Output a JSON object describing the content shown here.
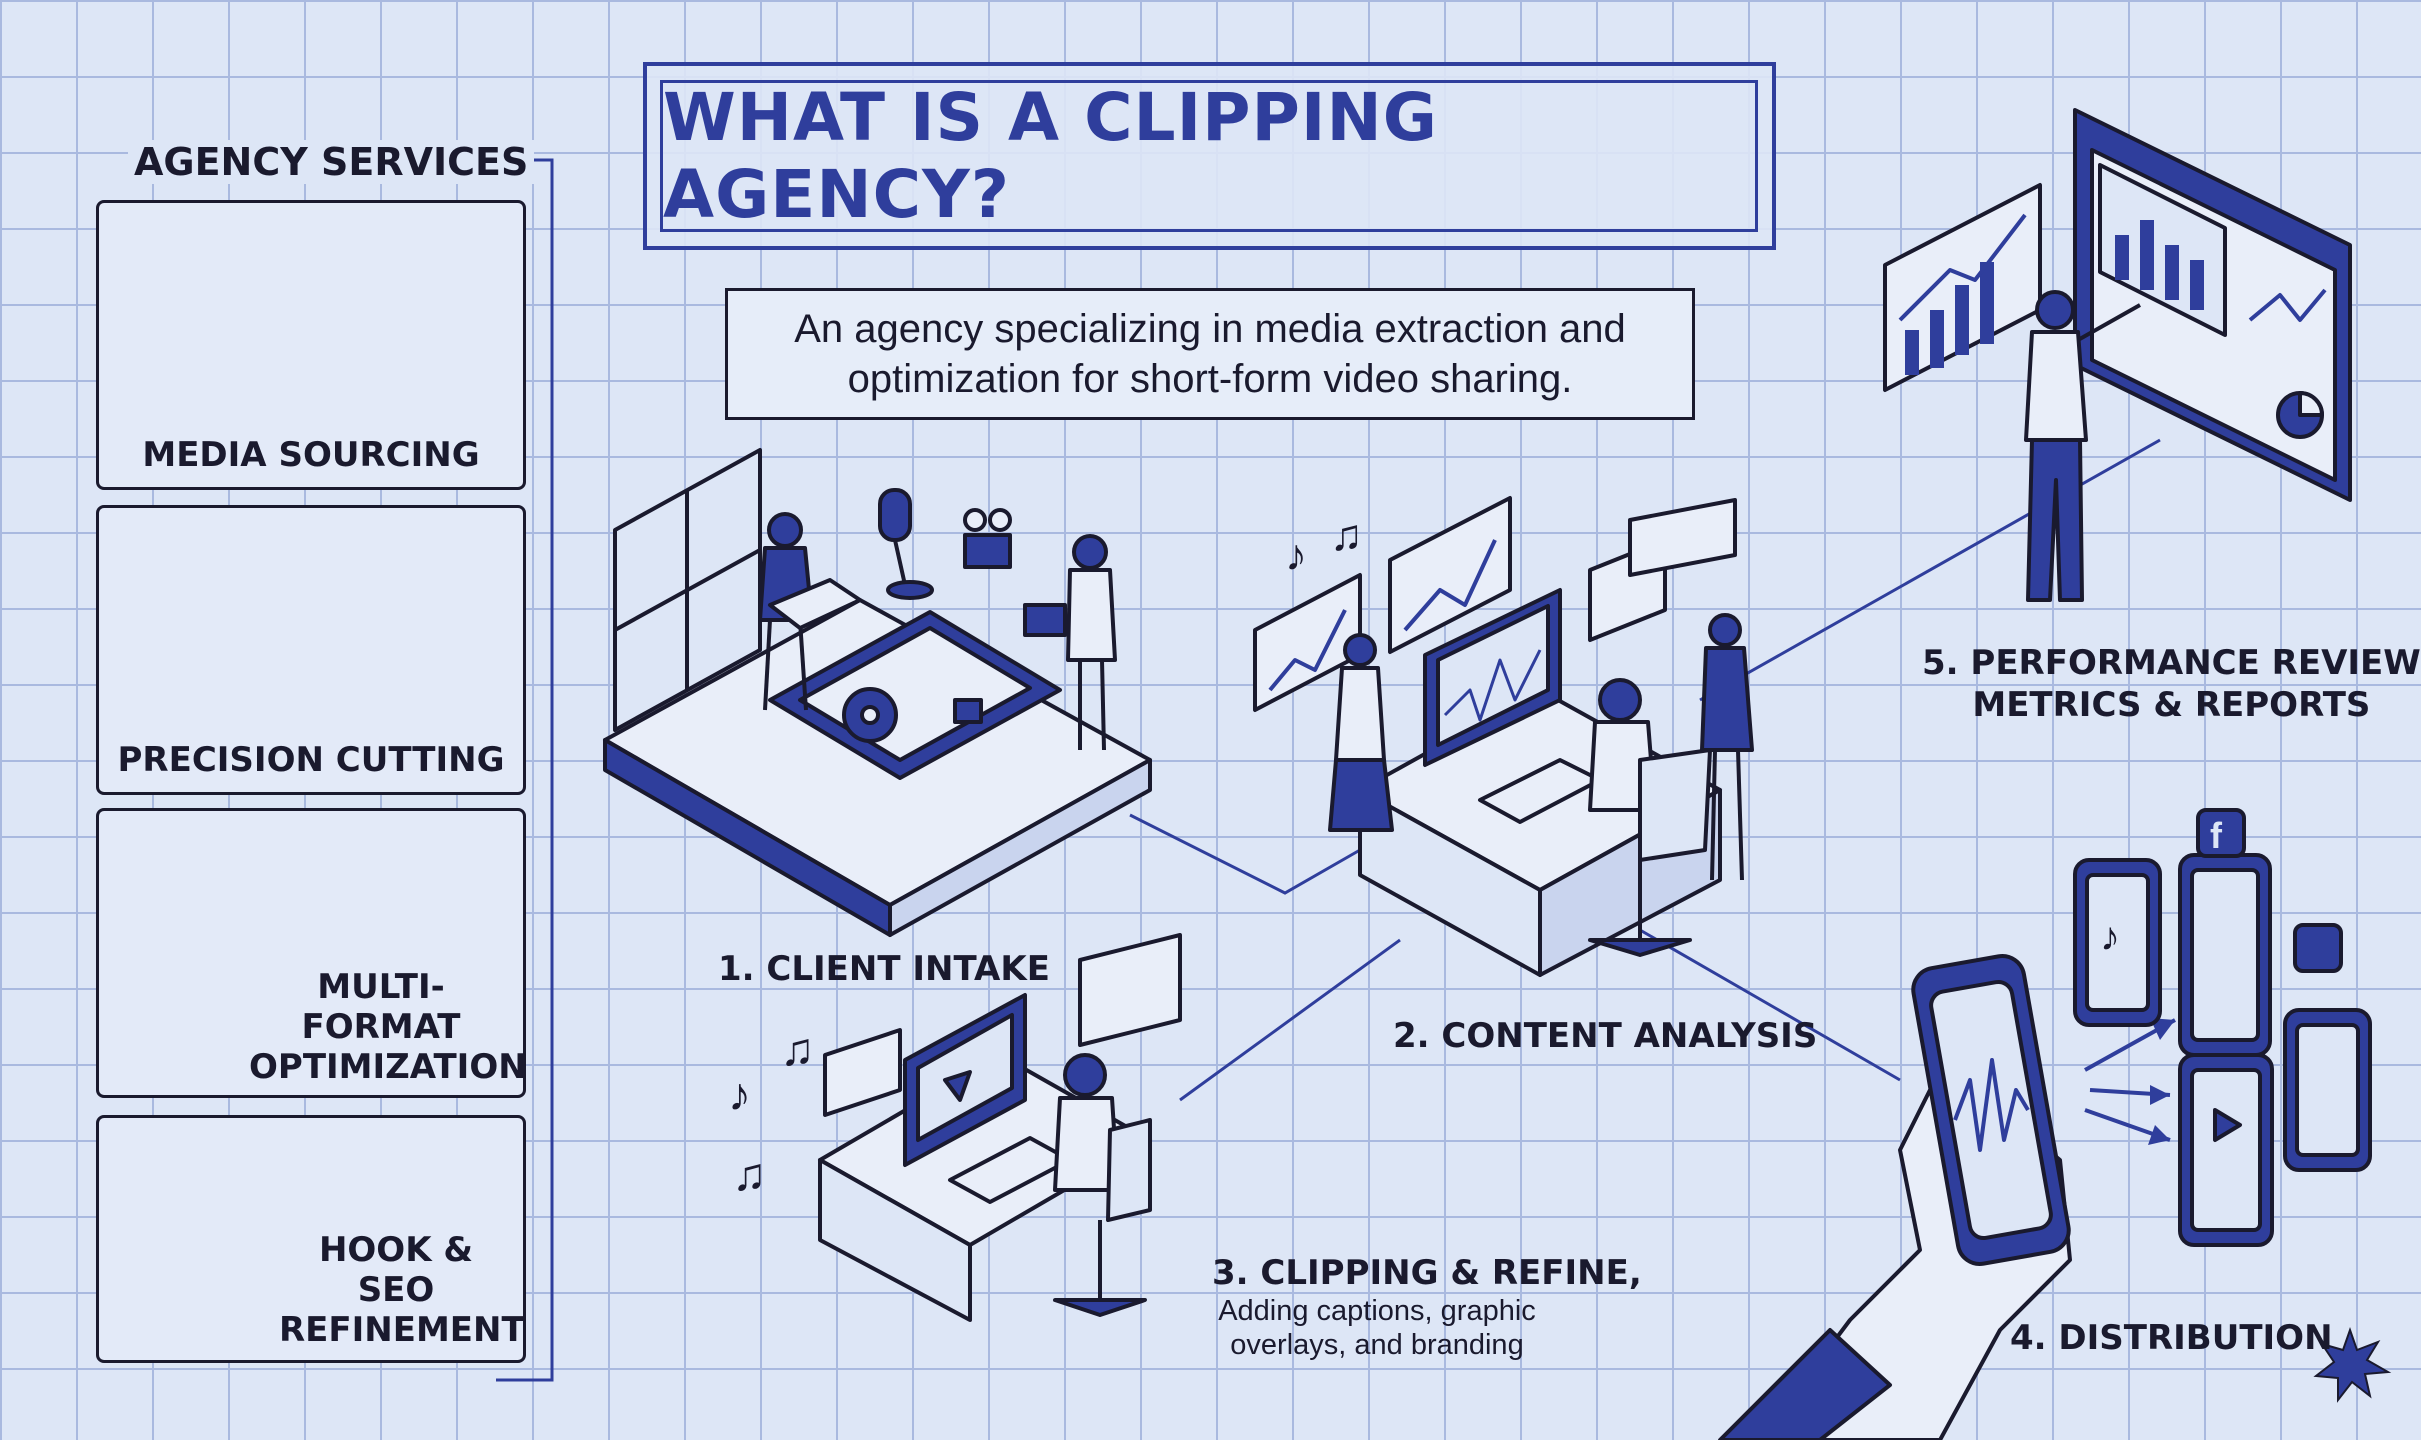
{
  "title": "WHAT IS A CLIPPING AGENCY?",
  "subtitle": "An agency specializing in media extraction and optimization for short-form video sharing.",
  "services": {
    "heading": "AGENCY SERVICES",
    "items": [
      {
        "label": "MEDIA SOURCING",
        "icon": "media-sourcing-icon"
      },
      {
        "label": "PRECISION CUTTING",
        "icon": "scissors-icon"
      },
      {
        "label": "MULTI-FORMAT OPTIMIZATION",
        "icon": "multi-device-icon"
      },
      {
        "label": "HOOK & SEO REFINEMENT",
        "icon": "lightbulb-gear-icon"
      }
    ]
  },
  "steps": {
    "step1": {
      "label": "1. CLIENT INTAKE"
    },
    "step2": {
      "label": "2. CONTENT ANALYSIS"
    },
    "step3": {
      "label": "3. CLIPPING & REFINE,",
      "desc_line1": "Adding captions, graphic",
      "desc_line2": "overlays, and branding"
    },
    "step4": {
      "label": "4. DISTRIBUTION"
    },
    "step5": {
      "line1": "5. PERFORMANCE REVIEW",
      "line2": "METRICS & REPORTS"
    }
  },
  "colors": {
    "primary": "#2f3e9c",
    "ink": "#1a1a2e",
    "background": "#dde6f6",
    "grid": "#a9b9df"
  }
}
